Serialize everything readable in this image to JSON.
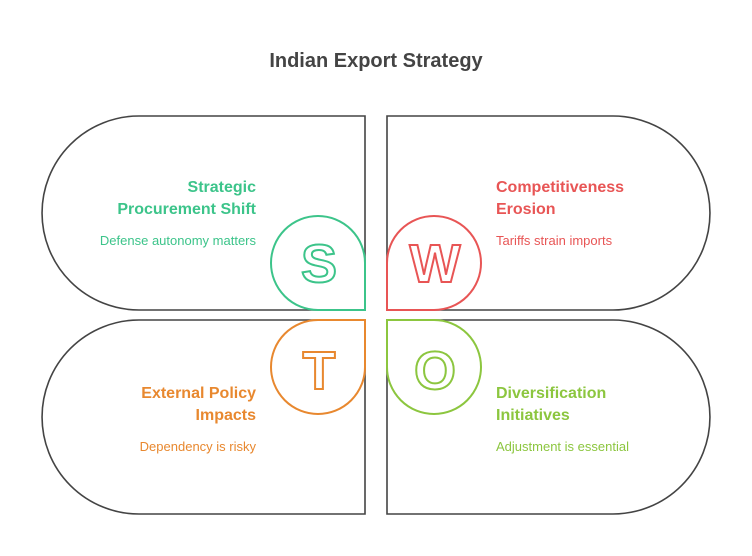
{
  "title": "Indian Export Strategy",
  "colors": {
    "strengths": "#3cc48a",
    "weaknesses": "#e85555",
    "threats": "#e8882f",
    "opportunities": "#8cc63f"
  },
  "quadrants": {
    "strengths": {
      "letter": "S",
      "title_line1": "Strategic",
      "title_line2": "Procurement Shift",
      "subtitle": "Defense autonomy matters"
    },
    "weaknesses": {
      "letter": "W",
      "title_line1": "Competitiveness",
      "title_line2": "Erosion",
      "subtitle": "Tariffs strain imports"
    },
    "threats": {
      "letter": "T",
      "title_line1": "External Policy",
      "title_line2": "Impacts",
      "subtitle": "Dependency is risky"
    },
    "opportunities": {
      "letter": "O",
      "title_line1": "Diversification",
      "title_line2": "Initiatives",
      "subtitle": "Adjustment is essential"
    }
  }
}
